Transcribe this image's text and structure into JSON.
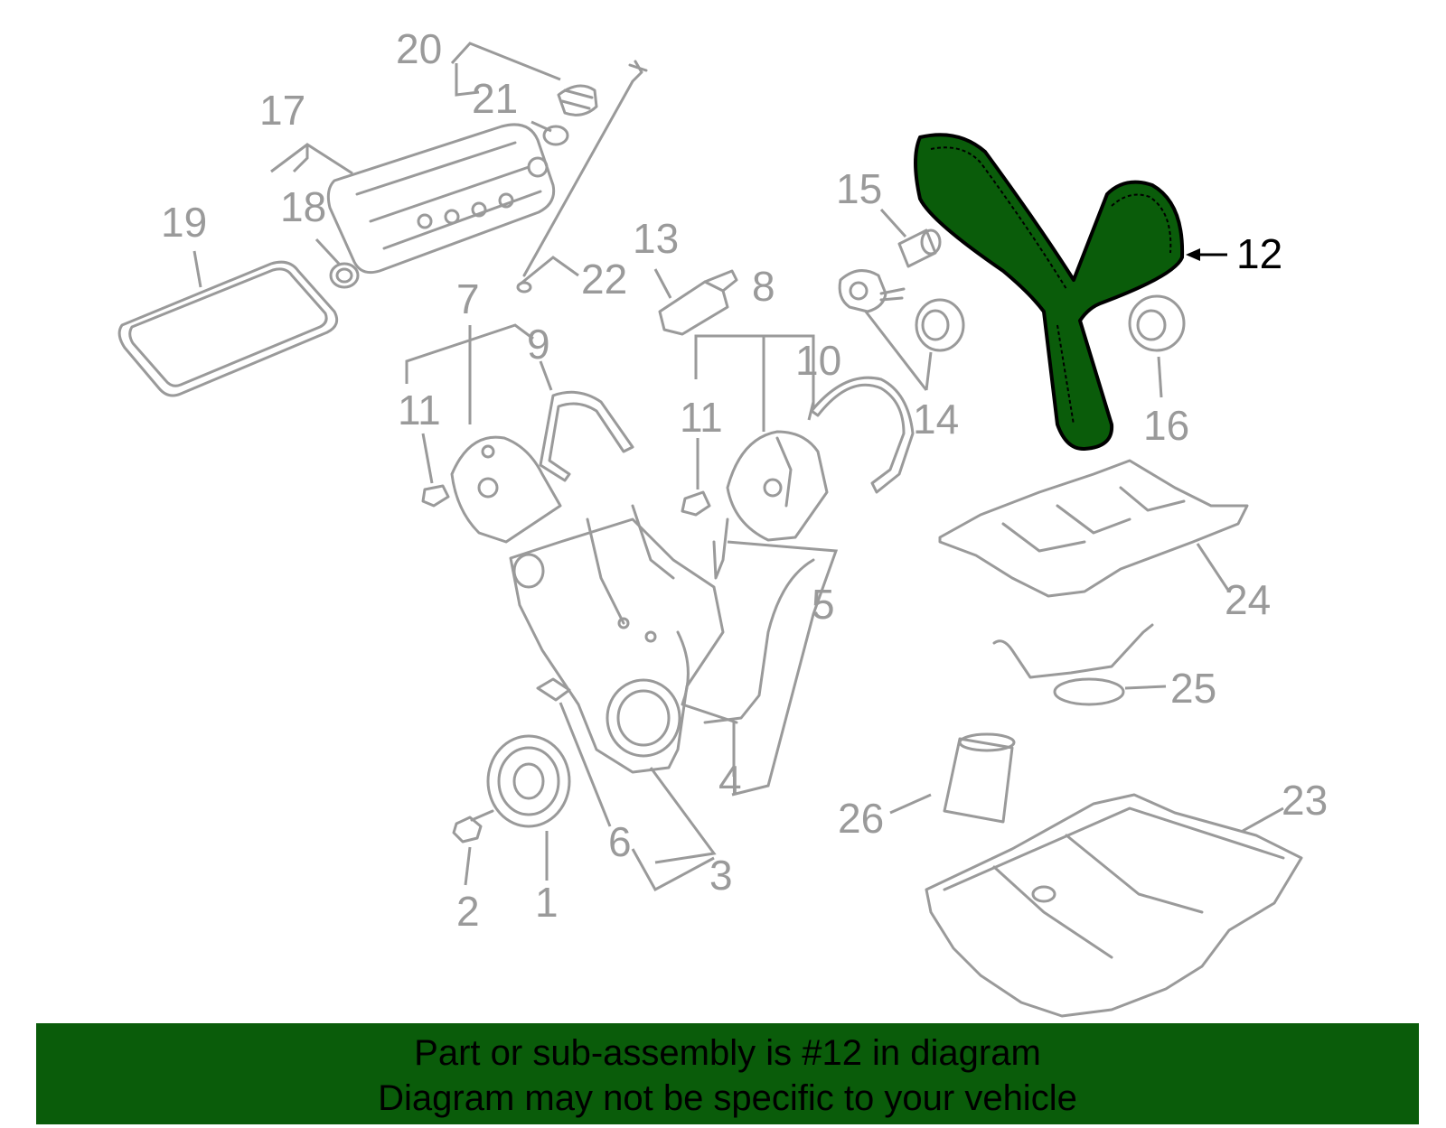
{
  "colors": {
    "highlight_fill": "#0a5c0a",
    "line_gray": "#9a9a9a",
    "banner_bg": "#0a5c0a",
    "text_black": "#000000"
  },
  "highlighted_part": "12",
  "callouts": {
    "c1": "1",
    "c2": "2",
    "c3": "3",
    "c4": "4",
    "c5": "5",
    "c6": "6",
    "c7": "7",
    "c8": "8",
    "c9": "9",
    "c10": "10",
    "c11a": "11",
    "c11b": "11",
    "c12": "12",
    "c13": "13",
    "c14": "14",
    "c15": "15",
    "c16": "16",
    "c17": "17",
    "c18": "18",
    "c19": "19",
    "c20": "20",
    "c21": "21",
    "c22": "22",
    "c23": "23",
    "c24": "24",
    "c25": "25",
    "c26": "26"
  },
  "footer": {
    "line1": "Part or sub-assembly is #12 in diagram",
    "line2": "Diagram may not be specific to your vehicle"
  }
}
